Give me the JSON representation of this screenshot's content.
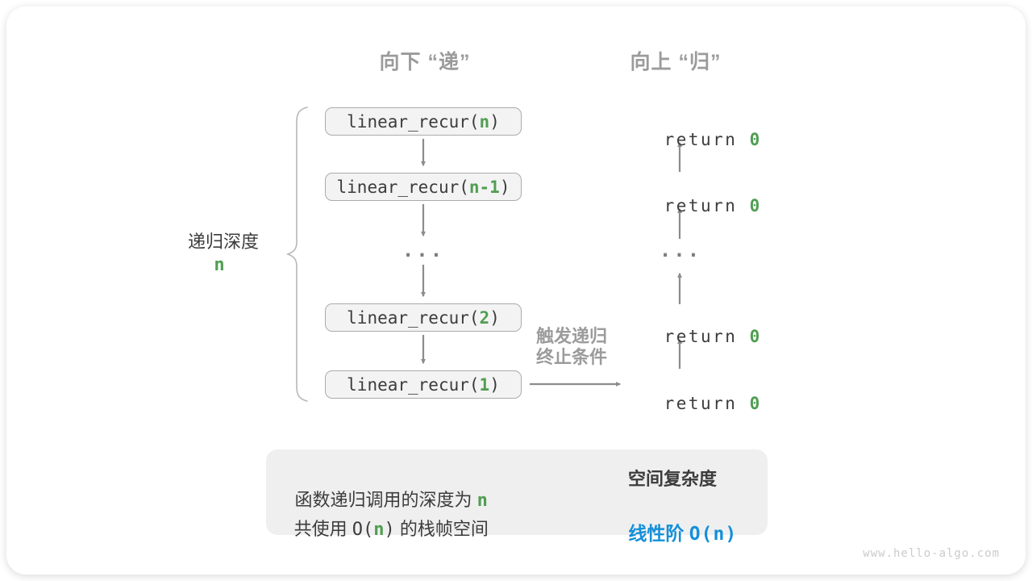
{
  "colors": {
    "green": "#509e52",
    "blue": "#1590d9",
    "gray_annotation": "#9b9b9b",
    "arrow_gray": "#8c8c8c",
    "box_fill": "#f3f3f3",
    "box_border": "#ababab",
    "summary_fill": "#efefef"
  },
  "headers": {
    "down": "向下 “递”",
    "up": "向上 “归”"
  },
  "depth": {
    "label": "递归深度",
    "value": "n"
  },
  "stack": {
    "calls": [
      {
        "prefix": "linear_recur(",
        "arg": "n",
        "suffix": ")"
      },
      {
        "prefix": "linear_recur(",
        "arg": "n-1",
        "suffix": ")"
      },
      {
        "prefix": "linear_recur(",
        "arg": "2",
        "suffix": ")"
      },
      {
        "prefix": "linear_recur(",
        "arg": "1",
        "suffix": ")"
      }
    ],
    "ellipsis": "..."
  },
  "returns": {
    "items": [
      {
        "keyword": "return ",
        "value": "0"
      },
      {
        "keyword": "return ",
        "value": "0"
      },
      {
        "keyword": "return ",
        "value": "0"
      },
      {
        "keyword": "return ",
        "value": "0"
      }
    ],
    "ellipsis": "..."
  },
  "trigger": {
    "line1": "触发递归",
    "line2": "终止条件"
  },
  "summary": {
    "line1_text": "函数递归调用的深度为 ",
    "line1_value": "n",
    "line2_pre": "共使用 ",
    "line2_o": "O(",
    "line2_n": "n",
    "line2_close": ")",
    "line2_post": " 的栈帧空间",
    "result_title": "空间复杂度",
    "result_label": "线性阶 ",
    "result_value": "O(n)"
  },
  "watermark": "www.hello-algo.com"
}
